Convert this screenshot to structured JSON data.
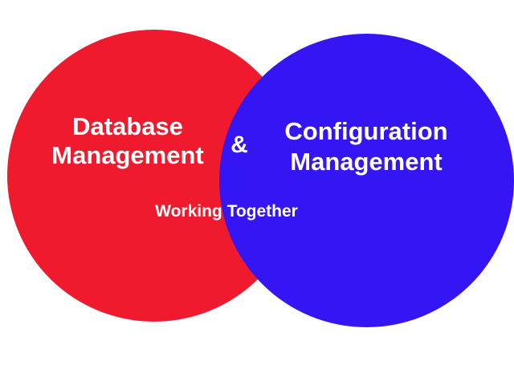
{
  "diagram": {
    "left_circle": {
      "line1": "Database",
      "line2": "Management",
      "color": "#ef1a2d"
    },
    "right_circle": {
      "line1": "Configuration",
      "line2": "Management",
      "color": "#3416f5"
    },
    "connector": "&",
    "overlap_label": "Working Together",
    "text_color": "#ffffff",
    "background": "#ffffff"
  }
}
